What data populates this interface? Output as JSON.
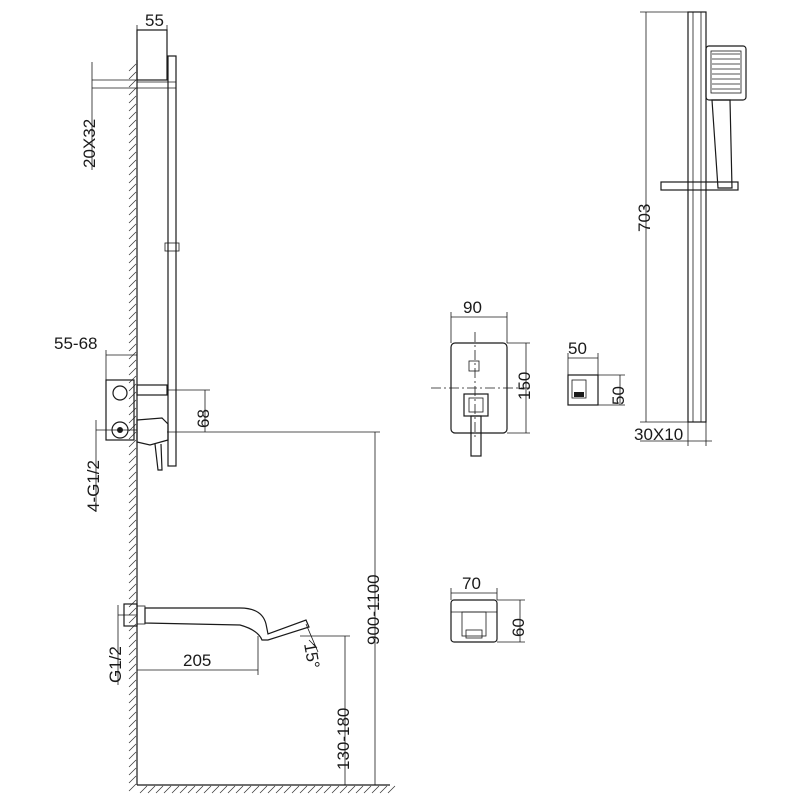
{
  "dimensions": {
    "d_55": "55",
    "d_20x32": "20X32",
    "d_55_68": "55-68",
    "d_68": "68",
    "d_4g12": "4-G1/2",
    "d_900_1100": "900-1100",
    "d_g12": "G1/2",
    "d_205": "205",
    "d_15deg": "15°",
    "d_130_180": "130-180",
    "d_90": "90",
    "d_150": "150",
    "d_50w": "50",
    "d_50h": "50",
    "d_70": "70",
    "d_60": "60",
    "d_703": "703",
    "d_30x10": "30X10"
  }
}
